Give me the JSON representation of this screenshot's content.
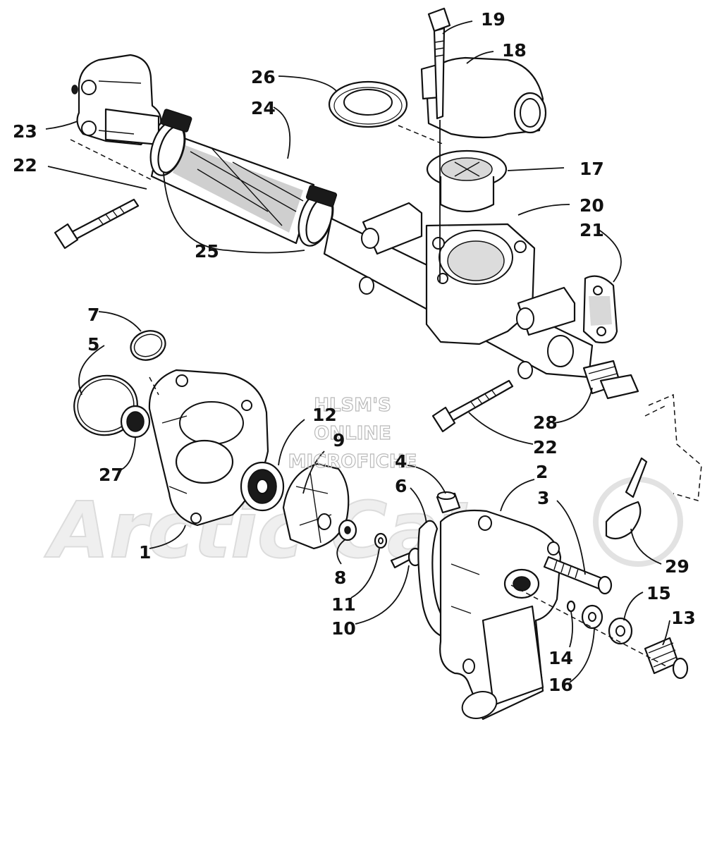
{
  "watermark": {
    "lines": [
      "HLSM'S",
      "ONLINE",
      "MICROFICHE"
    ],
    "logo": "Arctic Cat"
  },
  "callouts": {
    "n1": "1",
    "n2": "2",
    "n3": "3",
    "n4": "4",
    "n5": "5",
    "n6": "6",
    "n7": "7",
    "n8": "8",
    "n9": "9",
    "n10": "10",
    "n11": "11",
    "n12": "12",
    "n13": "13",
    "n14": "14",
    "n15": "15",
    "n16": "16",
    "n17": "17",
    "n18": "18",
    "n19": "19",
    "n20": "20",
    "n21": "21",
    "n22": "22",
    "n22b": "22",
    "n23": "23",
    "n24": "24",
    "n25": "25",
    "n26": "26",
    "n27": "27",
    "n28": "28",
    "n29": "29"
  }
}
